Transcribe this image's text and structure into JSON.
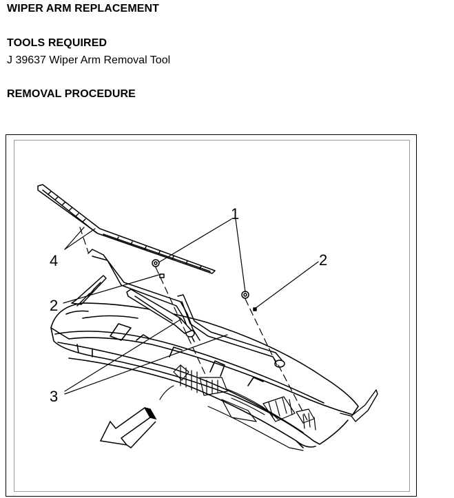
{
  "document": {
    "title": "WIPER ARM REPLACEMENT",
    "tools_heading": "TOOLS REQUIRED",
    "tools": [
      "J 39637 Wiper Arm Removal Tool"
    ],
    "procedure_heading": "REMOVAL PROCEDURE"
  },
  "figure": {
    "callouts": {
      "c1": "1",
      "c2a": "2",
      "c2b": "2",
      "c3": "3",
      "c4": "4"
    },
    "direction_icon": "front-arrow-icon"
  }
}
